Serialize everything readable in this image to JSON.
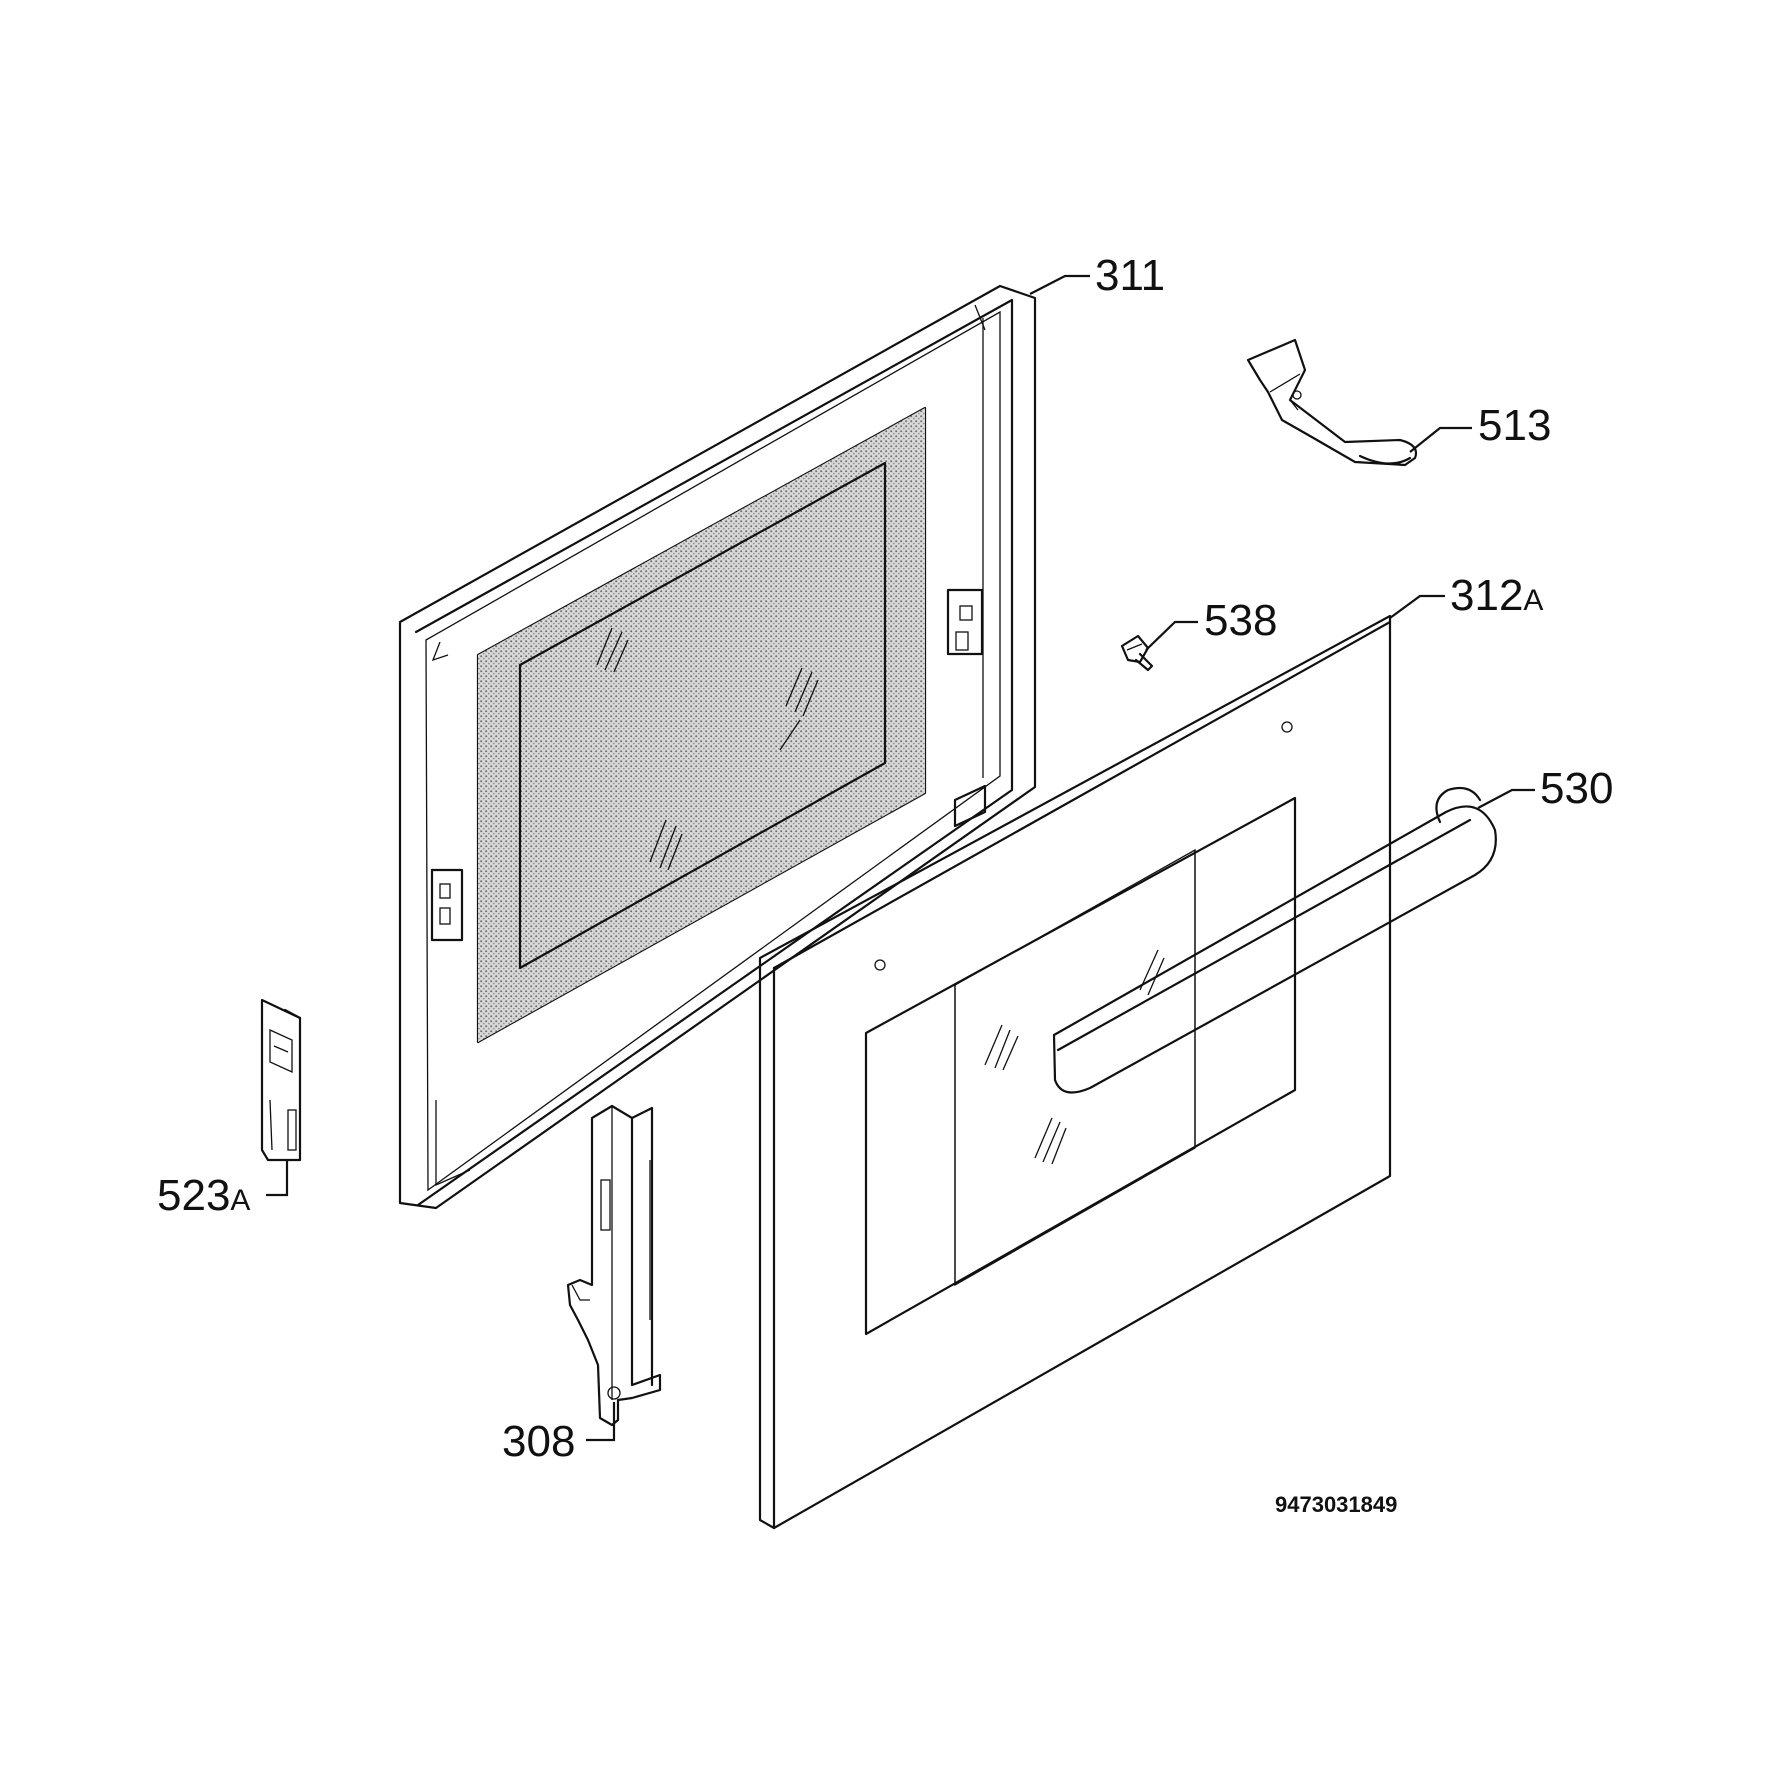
{
  "diagram": {
    "callouts": {
      "p311": "311",
      "p513": "513",
      "p538": "538",
      "p312": "312",
      "p312_suffix": "A",
      "p530": "530",
      "p523": "523",
      "p523_suffix": "A",
      "p308": "308"
    },
    "drawing_code": "9473031849"
  }
}
